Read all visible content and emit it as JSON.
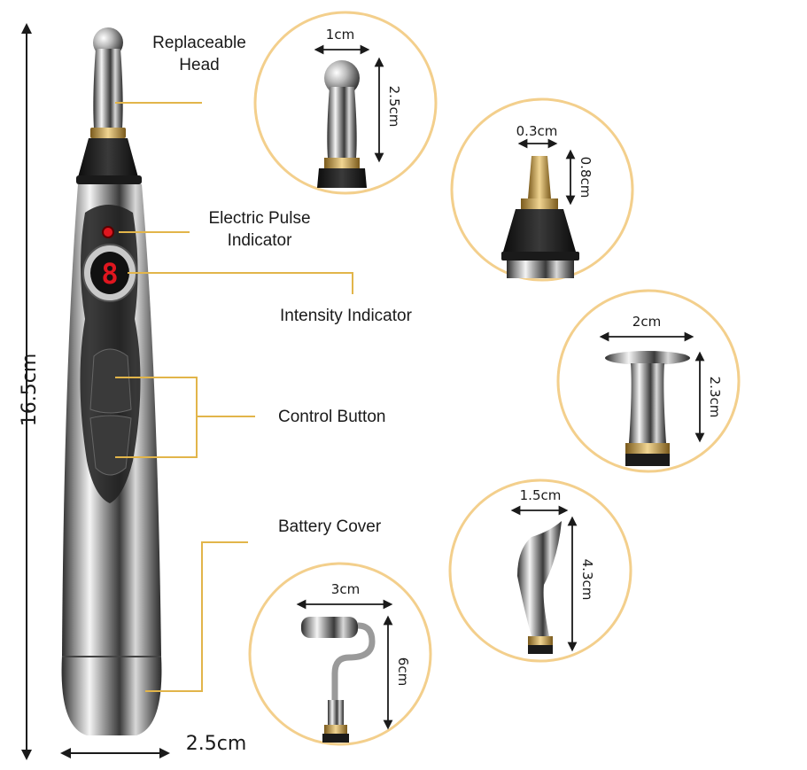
{
  "labels": {
    "replaceable_head": "Replaceable\nHead",
    "electric_pulse": "Electric Pulse\nIndicator",
    "intensity": "Intensity Indicator",
    "control_button": "Control Button",
    "battery_cover": "Battery Cover"
  },
  "dimensions": {
    "pen_length": "16.5cm",
    "pen_width": "2.5cm",
    "head1_width": "1cm",
    "head1_height": "2.5cm",
    "head2_width": "0.3cm",
    "head2_height": "0.8cm",
    "head3_width": "2cm",
    "head3_height": "2.3cm",
    "head4_width": "1.5cm",
    "head4_height": "4.3cm",
    "head5_width": "3cm",
    "head5_height": "6cm"
  },
  "display": {
    "digit": "8"
  },
  "colors": {
    "accent": "#e2b54a",
    "circle_border": "#f3cf8c",
    "led": "#e0161f",
    "text": "#1a1a1a"
  }
}
